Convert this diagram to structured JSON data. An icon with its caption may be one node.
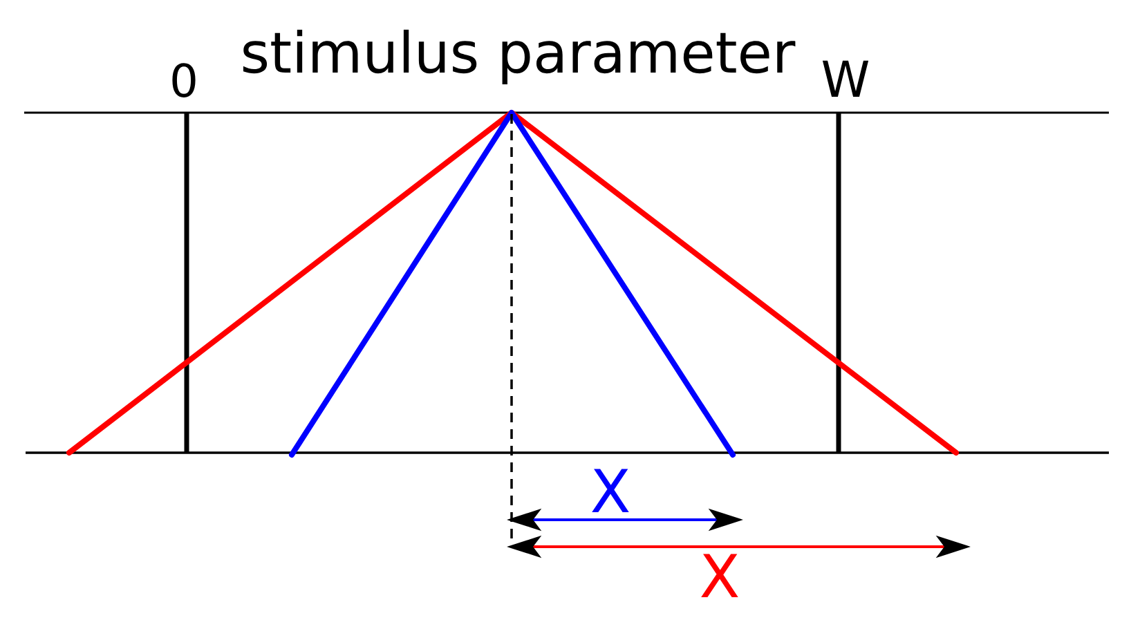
{
  "diagram": {
    "title": "stimulus parameter",
    "labels": [
      "0",
      "W",
      "X",
      "X"
    ]
  }
}
